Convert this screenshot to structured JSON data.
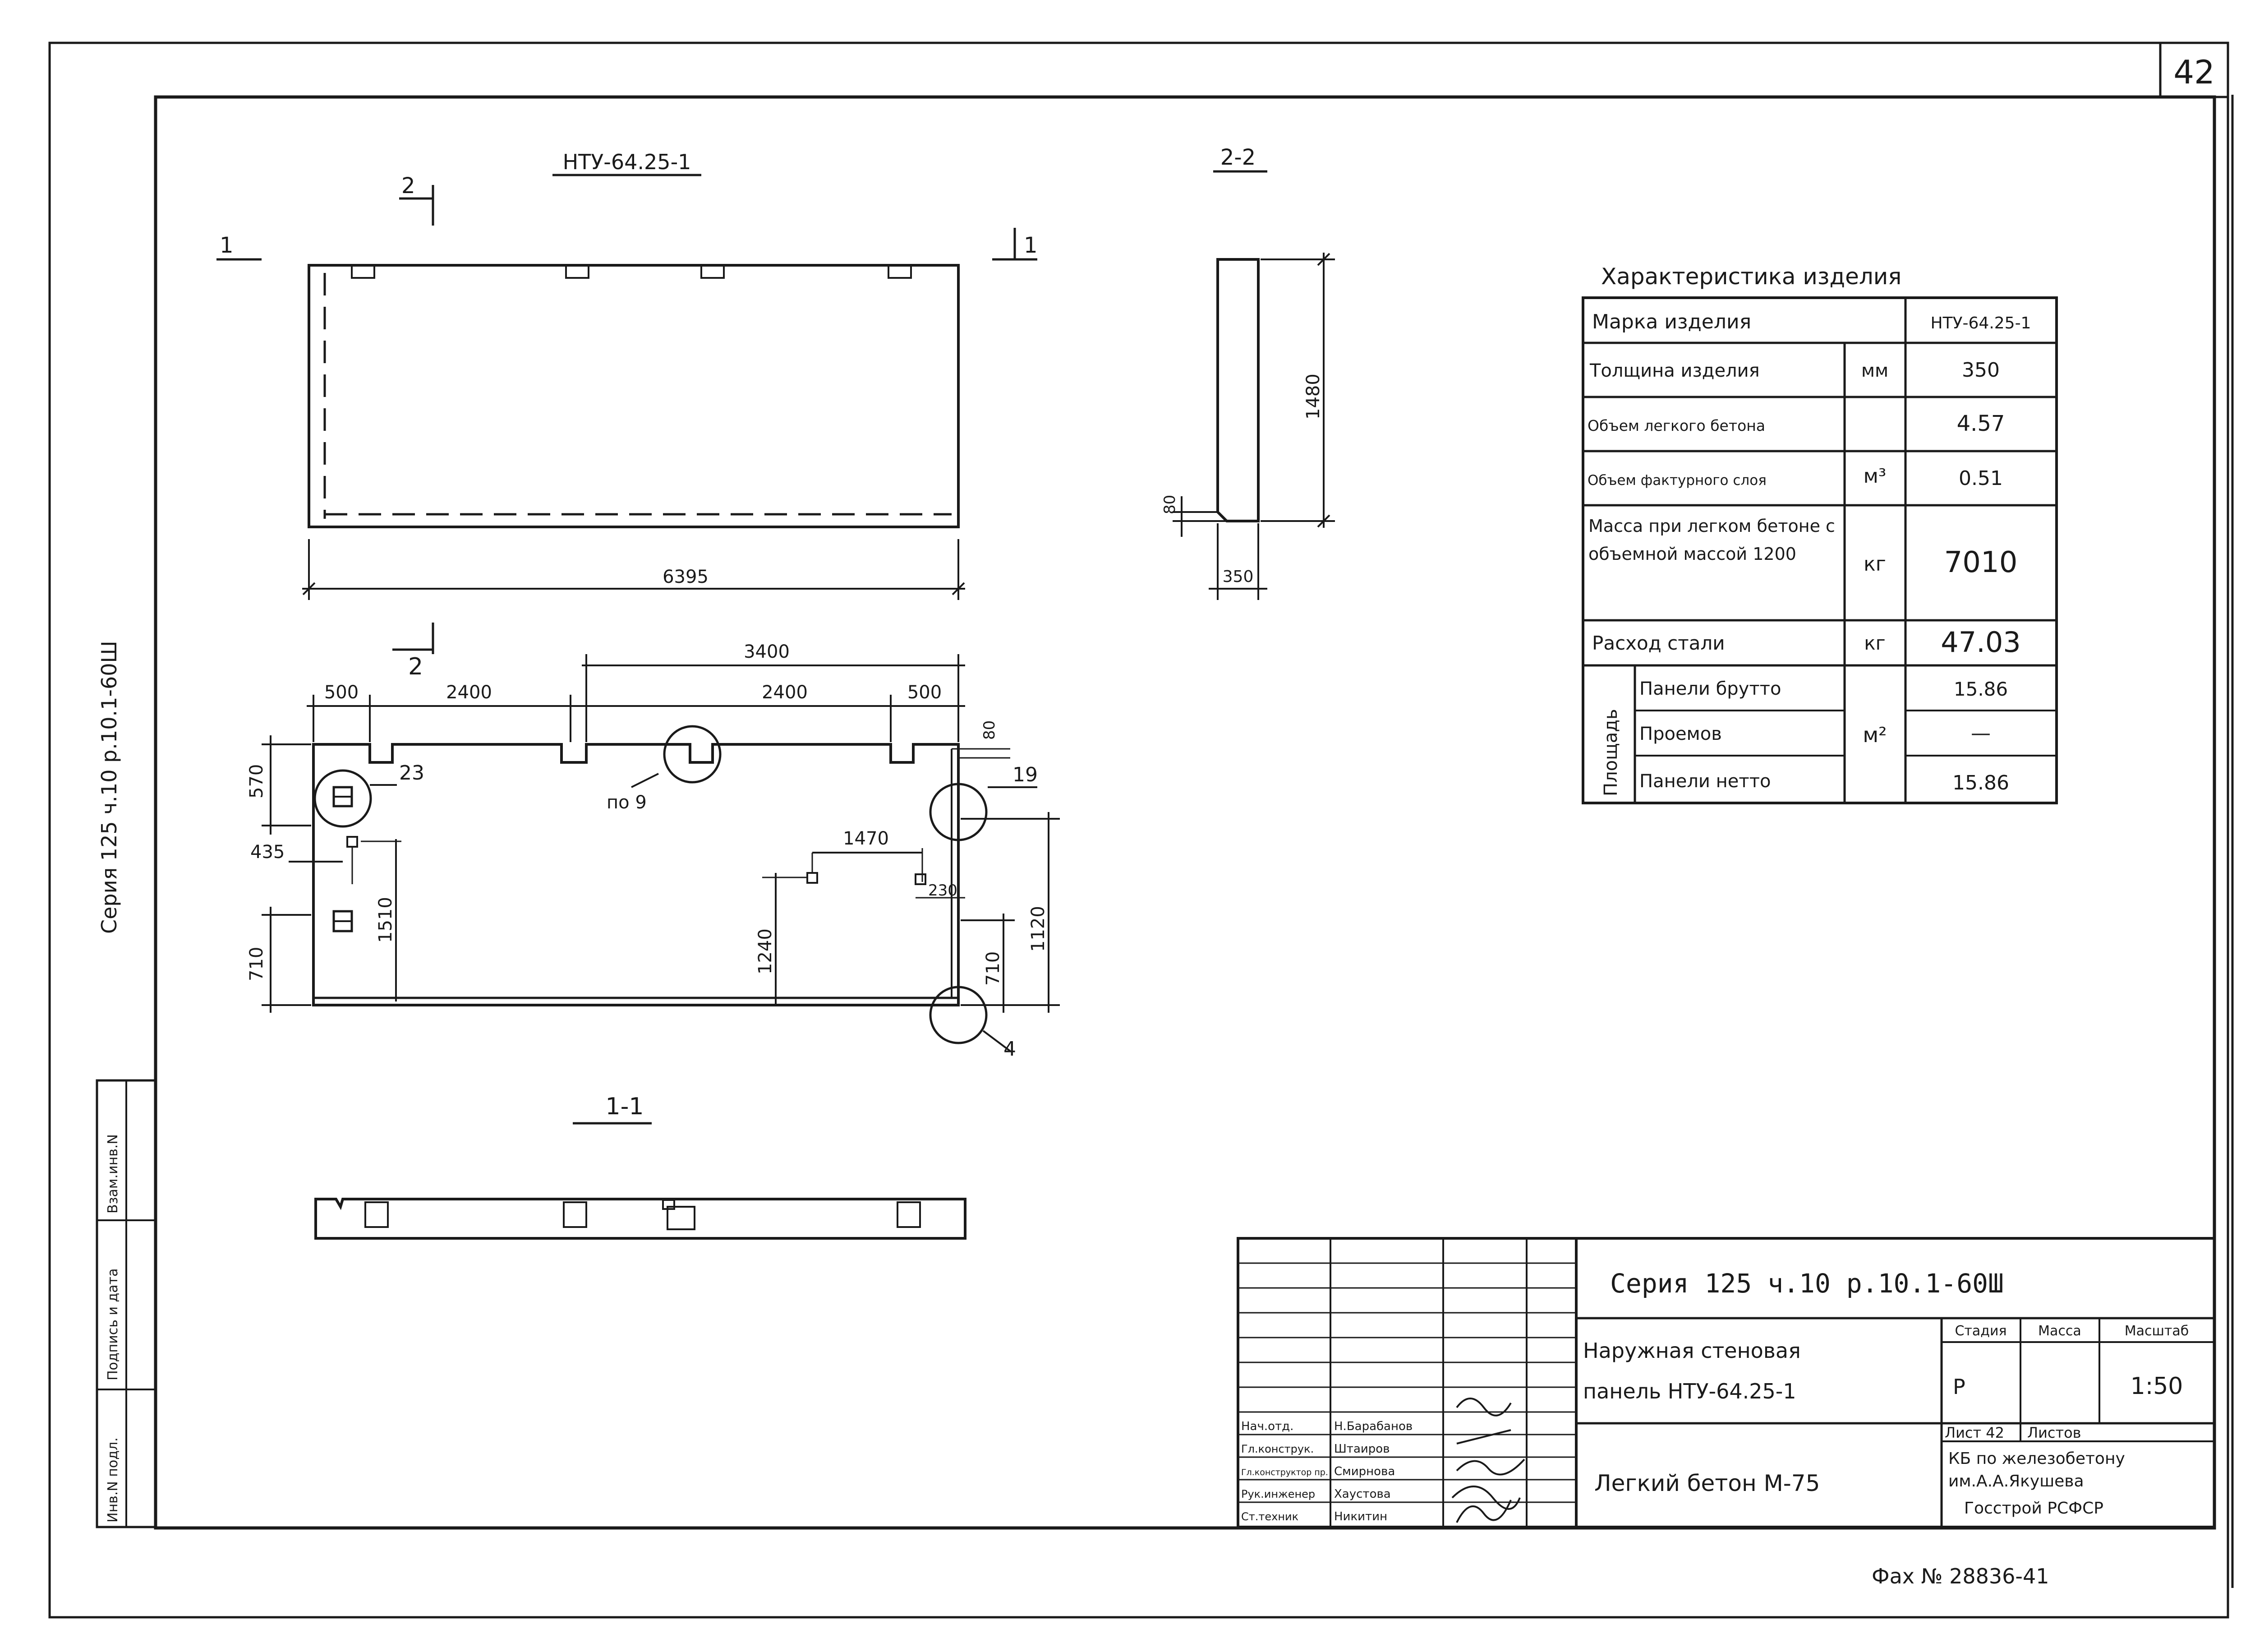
{
  "sheet": {
    "number": "42",
    "left_margin_label": "Серия 125 ч.10 р.10.1-60Ш",
    "left_stamp": [
      "Инв.N подл.",
      "Подпись и дата",
      "Взам.инв.N"
    ]
  },
  "views": {
    "plan_title": "НТУ-64.25-1",
    "section22_title": "2-2",
    "section11_title": "1-1",
    "cut_marks": {
      "one": "1",
      "two": "2"
    }
  },
  "dimensions": {
    "top_view": {
      "overall": "6395"
    },
    "section22": {
      "height": "1480",
      "lip": "80",
      "thickness": "350"
    },
    "front": {
      "d500_left": "500",
      "d2400_left": "2400",
      "d3400": "3400",
      "d2400_right": "2400",
      "d500_right": "500",
      "d80": "80",
      "d570": "570",
      "d435": "435",
      "d1510": "1510",
      "d1470": "1470",
      "d230": "230",
      "d1240": "1240",
      "d710_left": "710",
      "d710_right": "710",
      "d1120": "1120",
      "callout_23": "23",
      "callout_19": "19",
      "callout_po9": "по 9",
      "callout_4": "4"
    }
  },
  "characteristics": {
    "title": "Характеристика изделия",
    "brand_label": "Марка изделия",
    "brand_value": "НТУ-64.25-1",
    "rows": [
      {
        "label": "Толщина изделия",
        "unit": "мм",
        "value": "350"
      },
      {
        "label": "Объем легкого бетона",
        "unit": "м³",
        "value": "4.57"
      },
      {
        "label": "Объем фактурного слоя",
        "unit": "",
        "value": "0.51"
      },
      {
        "label": "Масса при легком бетоне с объемной массой 1200",
        "unit": "кг",
        "value": "7010"
      },
      {
        "label": "Расход стали",
        "unit": "кг",
        "value": "47.03"
      }
    ],
    "area_group_label": "Площадь",
    "area_unit": "м²",
    "area_rows": [
      {
        "label": "Панели брутто",
        "value": "15.86"
      },
      {
        "label": "Проемов",
        "value": "—"
      },
      {
        "label": "Панели нетто",
        "value": "15.86"
      }
    ]
  },
  "title_block": {
    "series": "Серия 125   ч.10 р.10.1-60Ш",
    "name_line1": "Наружная стеновая",
    "name_line2": "панель НТУ-64.25-1",
    "material": "Легкий бетон М-75",
    "stage_header": "Стадия",
    "mass_header": "Масса",
    "scale_header": "Масштаб",
    "stage": "Р",
    "mass": "",
    "scale": "1:50",
    "sheet_label": "Лист 42",
    "sheets_label": "Листов",
    "org_line1": "КБ по железобетону",
    "org_line2": "им.А.А.Якушева",
    "org_line3": "Госстрой РСФСР",
    "signatures": [
      {
        "role": "Нач.отд.",
        "name": "Н.Барабанов"
      },
      {
        "role": "Гл.конструк.",
        "name": "Штаиров"
      },
      {
        "role": "Гл.конструктор пр.",
        "name": "Смирнова"
      },
      {
        "role": "Рук.инженер",
        "name": "Хаустова"
      },
      {
        "role": "Ст.техник",
        "name": "Никитин"
      }
    ]
  },
  "footer": {
    "stamp": "Фах № 28836-41"
  }
}
